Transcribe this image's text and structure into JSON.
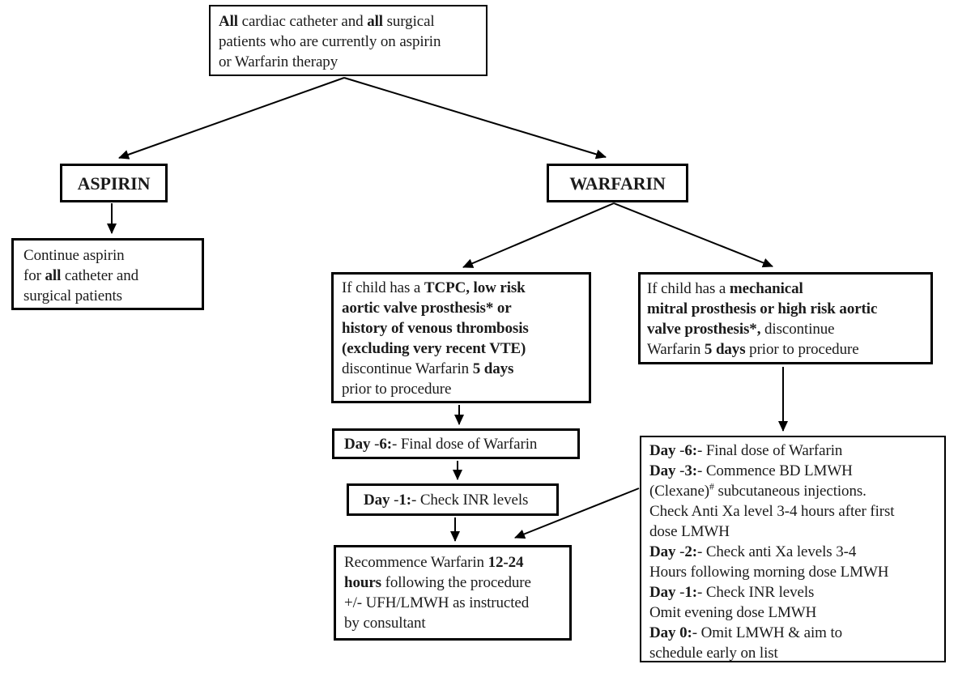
{
  "colors": {
    "background": "#ffffff",
    "text": "#1b1b1b",
    "line": "#000000"
  },
  "nodes": {
    "root": {
      "runs": [
        {
          "t": "All",
          "b": true
        },
        {
          "t": " cardiac catheter and "
        },
        {
          "t": "all",
          "b": true
        },
        {
          "t": " surgical\npatients who are currently on aspirin\nor Warfarin therapy"
        }
      ]
    },
    "aspirin": {
      "runs": [
        {
          "t": "ASPIRIN",
          "b": true
        }
      ]
    },
    "warfarin": {
      "runs": [
        {
          "t": "WARFARIN",
          "b": true
        }
      ]
    },
    "continue_aspirin": {
      "runs": [
        {
          "t": "Continue aspirin\nfor "
        },
        {
          "t": "all",
          "b": true
        },
        {
          "t": " catheter and\nsurgical patients"
        }
      ]
    },
    "tcpc": {
      "runs": [
        {
          "t": "If child has a "
        },
        {
          "t": "TCPC, low risk\naortic valve prosthesis* or\nhistory of venous thrombosis\n(excluding very recent VTE)",
          "b": true
        },
        {
          "t": "\ndiscontinue Warfarin "
        },
        {
          "t": "5 days",
          "b": true
        },
        {
          "t": "\nprior to procedure"
        }
      ]
    },
    "mechanical": {
      "runs": [
        {
          "t": "If child has a "
        },
        {
          "t": "mechanical\nmitral prosthesis or high risk aortic\nvalve prosthesis*,",
          "b": true
        },
        {
          "t": " discontinue\nWarfarin "
        },
        {
          "t": "5 days",
          "b": true
        },
        {
          "t": " prior to procedure"
        }
      ]
    },
    "day_minus6": {
      "runs": [
        {
          "t": "Day",
          "b": true
        },
        {
          "t": " -"
        },
        {
          "t": "6:",
          "b": true
        },
        {
          "t": "- Final dose of Warfarin"
        }
      ]
    },
    "day_minus1": {
      "runs": [
        {
          "t": "Day",
          "b": true
        },
        {
          "t": " -"
        },
        {
          "t": "1:",
          "b": true
        },
        {
          "t": "- Check INR levels"
        }
      ]
    },
    "recommence": {
      "runs": [
        {
          "t": "Recommence Warfarin "
        },
        {
          "t": "12-24\nhours",
          "b": true
        },
        {
          "t": " following the procedure\n+/- UFH/LMWH as instructed\nby consultant"
        }
      ]
    },
    "lmwh_schedule": {
      "runs": [
        {
          "t": "Day",
          "b": true
        },
        {
          "t": " -"
        },
        {
          "t": "6:",
          "b": true
        },
        {
          "t": "- Final dose of Warfarin\n"
        },
        {
          "t": "Day",
          "b": true
        },
        {
          "t": " -"
        },
        {
          "t": "3:",
          "b": true
        },
        {
          "t": "- Commence BD LMWH\n(Clexane)"
        },
        {
          "t": "#",
          "sup": true
        },
        {
          "t": " subcutaneous injections.\nCheck Anti Xa level 3-4 hours after first\ndose LMWH\n"
        },
        {
          "t": "Day",
          "b": true
        },
        {
          "t": " -"
        },
        {
          "t": "2:",
          "b": true
        },
        {
          "t": "- Check anti Xa levels 3-4\nHours following morning dose LMWH\n"
        },
        {
          "t": "Day",
          "b": true
        },
        {
          "t": " -"
        },
        {
          "t": "1:",
          "b": true
        },
        {
          "t": "- Check INR levels\nOmit evening dose LMWH\n"
        },
        {
          "t": "Day 0:",
          "b": true
        },
        {
          "t": "- Omit LMWH & aim to\nschedule early on list"
        }
      ]
    }
  }
}
